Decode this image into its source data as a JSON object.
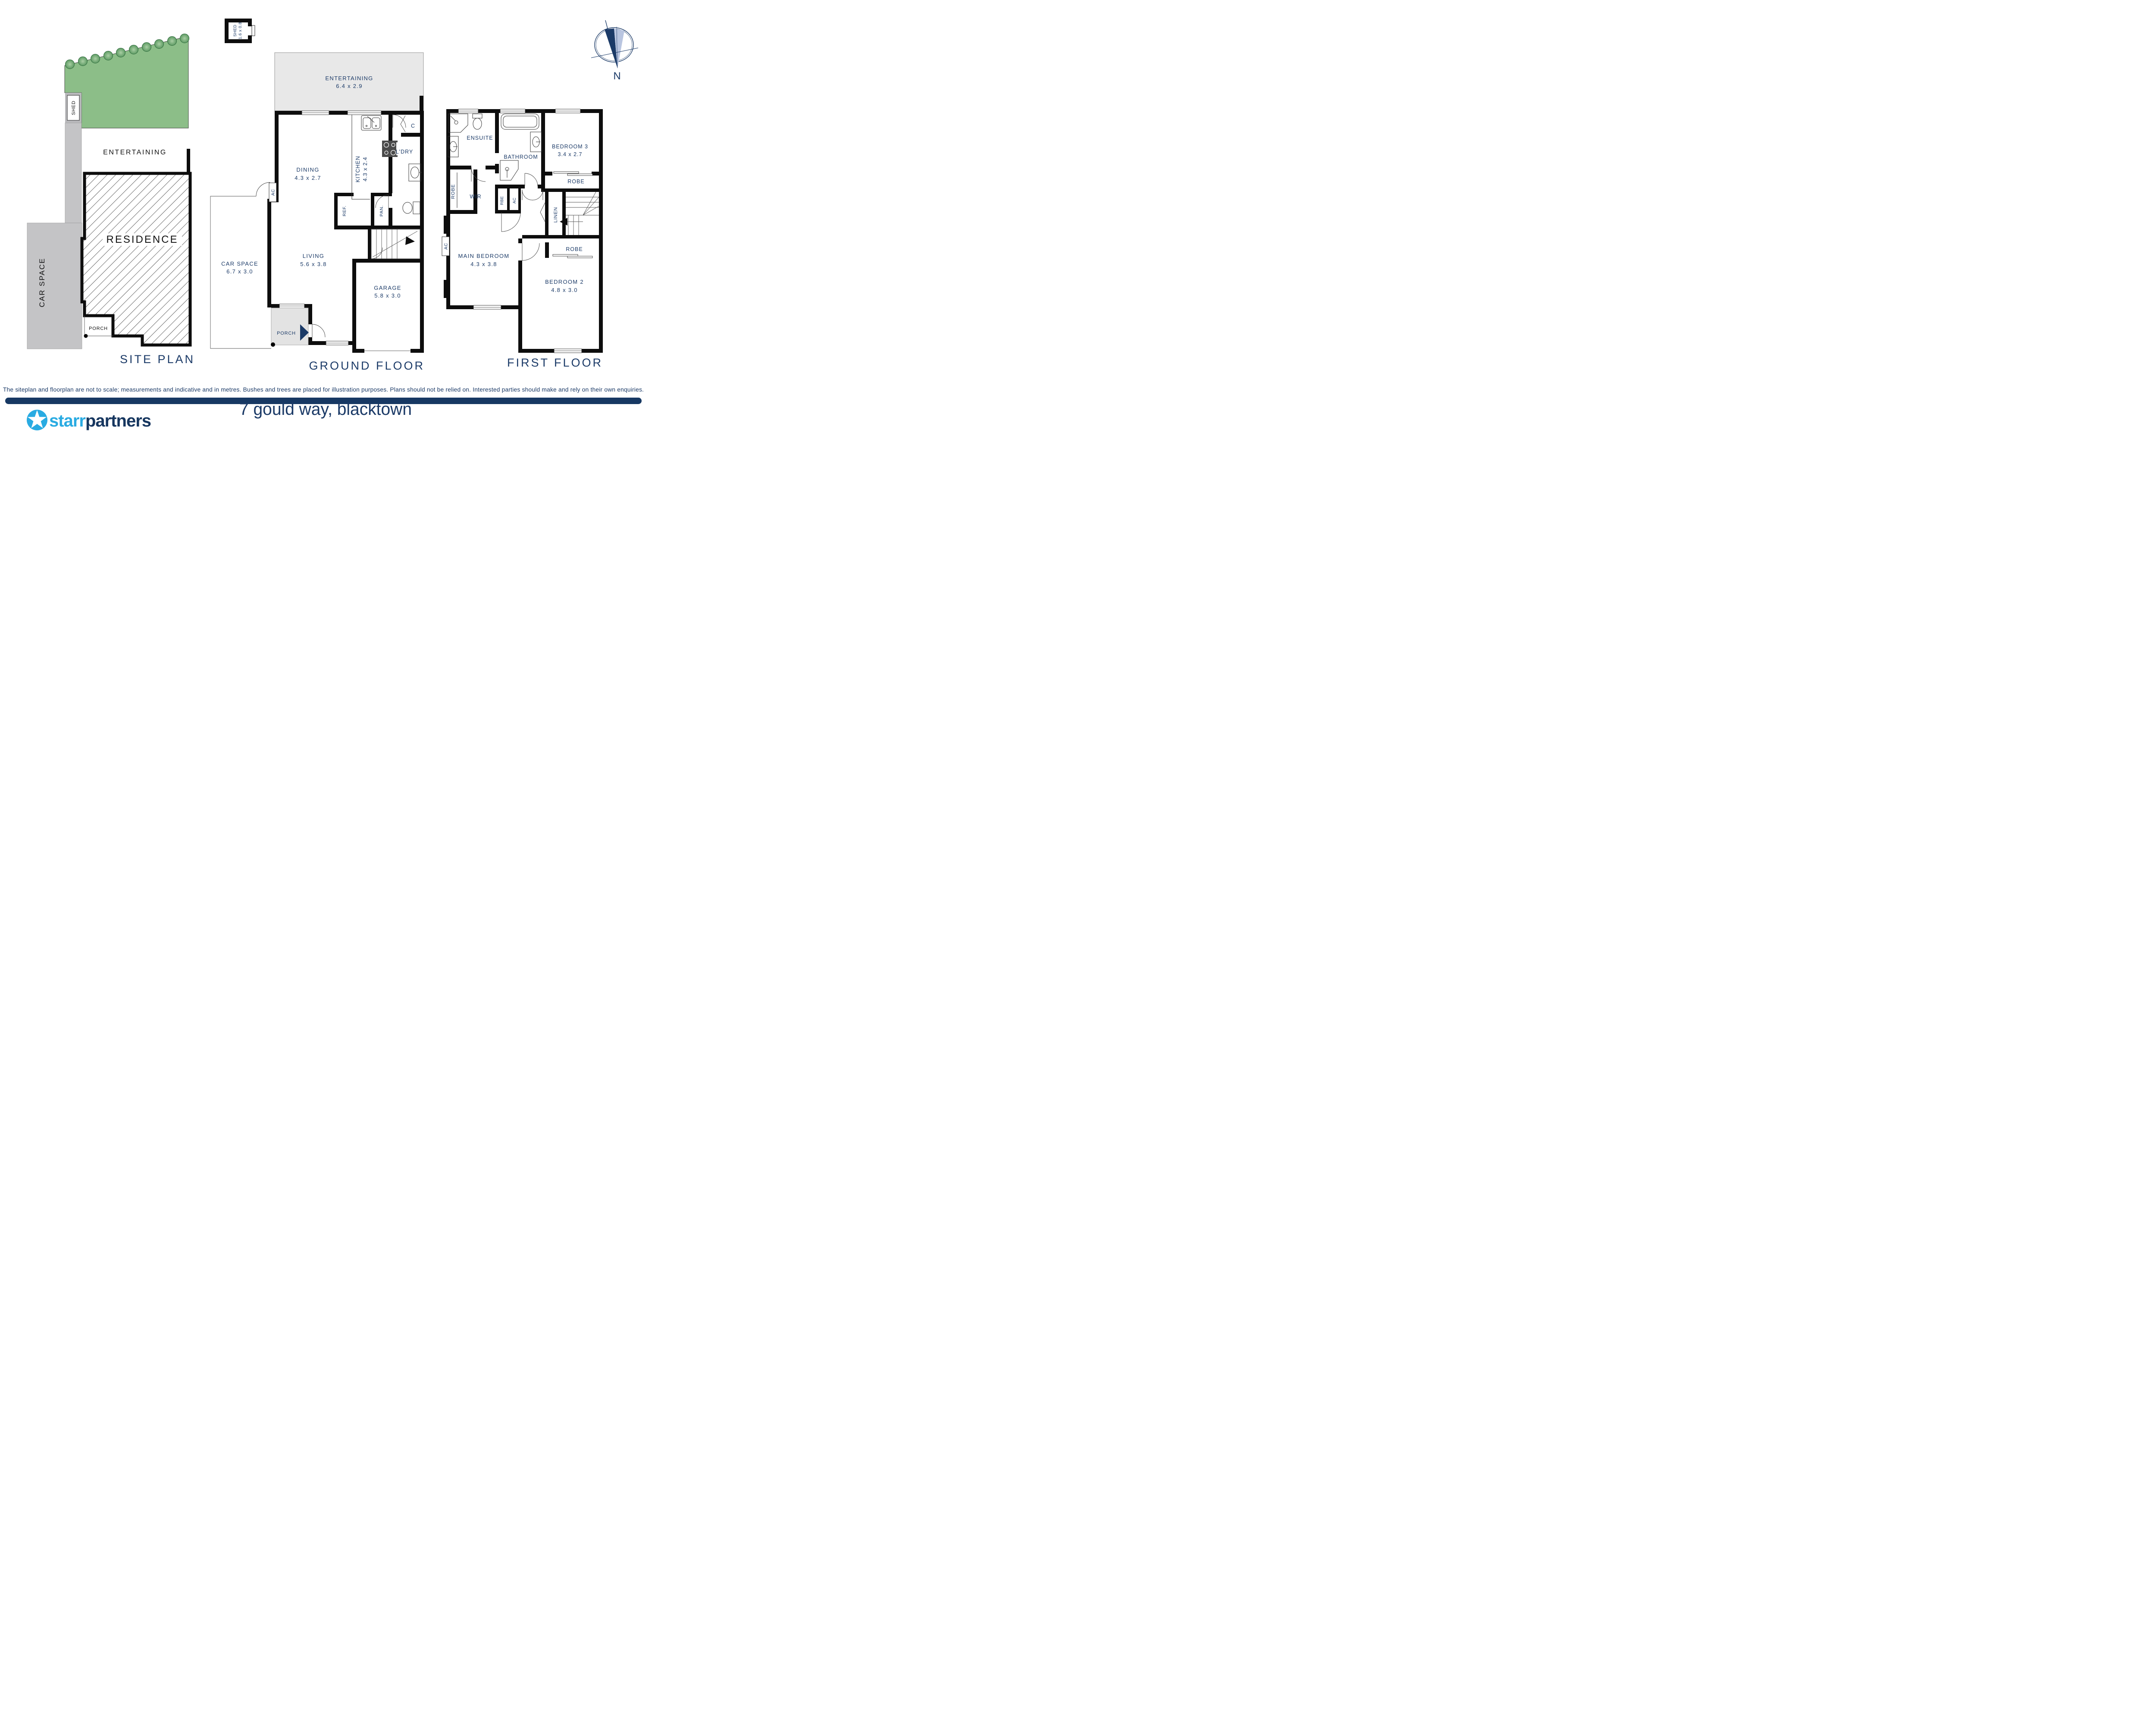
{
  "address": "7 gould way, blacktown",
  "disclaimer": "The siteplan and floorplan are not to scale; measurements and indicative and in metres. Bushes and trees are placed for illustration purposes. Plans should not be relied on. Interested parties should make and rely on their own enquiries.",
  "brand": {
    "starr": "starr",
    "partners": "partners"
  },
  "compass": {
    "north_label": "N"
  },
  "site_plan": {
    "title": "SITE PLAN",
    "shed_label": "SHED",
    "entertaining_label": "ENTERTAINING",
    "residence_label": "RESIDENCE",
    "car_space_label": "CAR SPACE",
    "porch_label": "PORCH"
  },
  "ground_floor": {
    "title": "GROUND FLOOR",
    "shed": {
      "name": "SHED",
      "dims": "1.6 x 0.8"
    },
    "entertaining": {
      "name": "ENTERTAINING",
      "dims": "6.4 x 2.9"
    },
    "dining": {
      "name": "DINING",
      "dims": "4.3 x 2.7"
    },
    "kitchen": {
      "name": "KITCHEN",
      "dims": "4.3 x 2.4"
    },
    "laundry": {
      "name": "L'DRY"
    },
    "cupboard": {
      "name": "C"
    },
    "fridge": {
      "name": "REF."
    },
    "pantry": {
      "name": "PAN."
    },
    "ac": {
      "name": "AC"
    },
    "living": {
      "name": "LIVING",
      "dims": "5.6 x 3.8"
    },
    "car_space": {
      "name": "CAR SPACE",
      "dims": "6.7 x 3.0"
    },
    "garage": {
      "name": "GARAGE",
      "dims": "5.8 x 3.0"
    },
    "porch": {
      "name": "PORCH"
    }
  },
  "first_floor": {
    "title": "FIRST FLOOR",
    "ensuite": {
      "name": "ENSUITE"
    },
    "bathroom": {
      "name": "BATHROOM"
    },
    "bedroom3": {
      "name": "BEDROOM 3",
      "dims": "3.4 x 2.7"
    },
    "robe_left": {
      "name": "ROBE"
    },
    "wir": {
      "name": "WIR"
    },
    "rbe": {
      "name": "RBE"
    },
    "ac_hall": {
      "name": "AC"
    },
    "ac_wall": {
      "name": "AC"
    },
    "robe_bed3": {
      "name": "ROBE"
    },
    "linen": {
      "name": "LINEN"
    },
    "robe_bed2": {
      "name": "ROBE"
    },
    "main_bedroom": {
      "name": "MAIN BEDROOM",
      "dims": "4.3 x 3.8"
    },
    "bedroom2": {
      "name": "BEDROOM 2",
      "dims": "4.8 x 3.0"
    }
  },
  "colors": {
    "navy": "#1b3a67",
    "bar_navy": "#173863",
    "light_blue": "#29abe2",
    "lawn_green": "#8cbe88",
    "driveway_gray": "#c4c4c6",
    "deck_gray": "#e8e8e8",
    "wall_black": "#0d0d0d",
    "compass_light": "#b9c5e0"
  }
}
